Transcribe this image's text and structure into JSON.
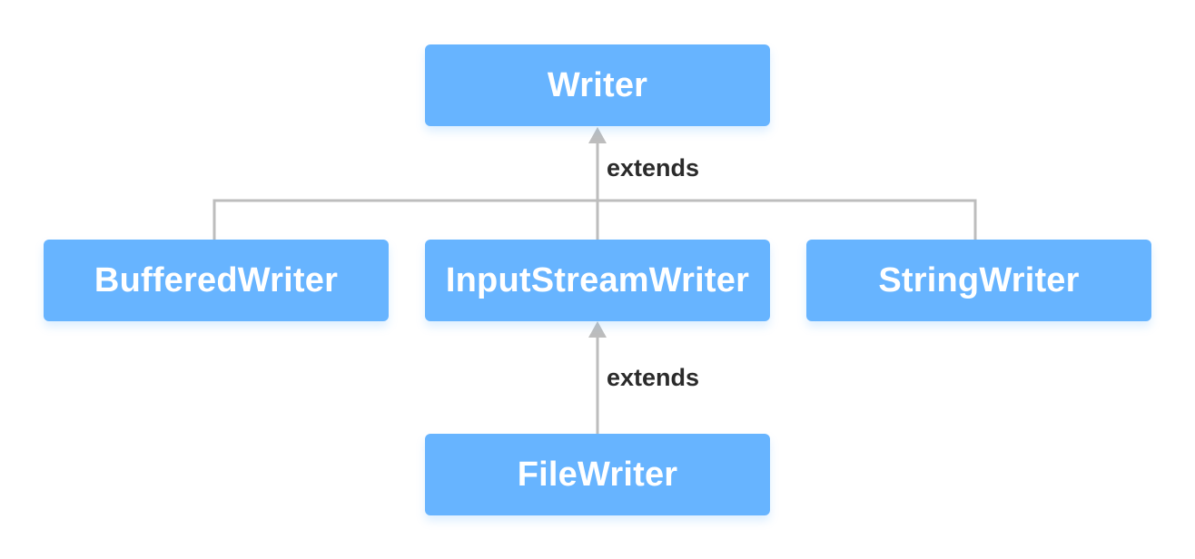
{
  "diagram": {
    "nodes": {
      "writer": "Writer",
      "buffered_writer": "BufferedWriter",
      "input_stream_writer": "InputStreamWriter",
      "string_writer": "StringWriter",
      "file_writer": "FileWriter"
    },
    "edges": {
      "top_label": "extends",
      "bottom_label": "extends"
    }
  },
  "colors": {
    "node_fill": "#67b4ff",
    "node_text": "#ffffff",
    "connector": "#bdbdbd",
    "label_text": "#2b2b2b"
  }
}
